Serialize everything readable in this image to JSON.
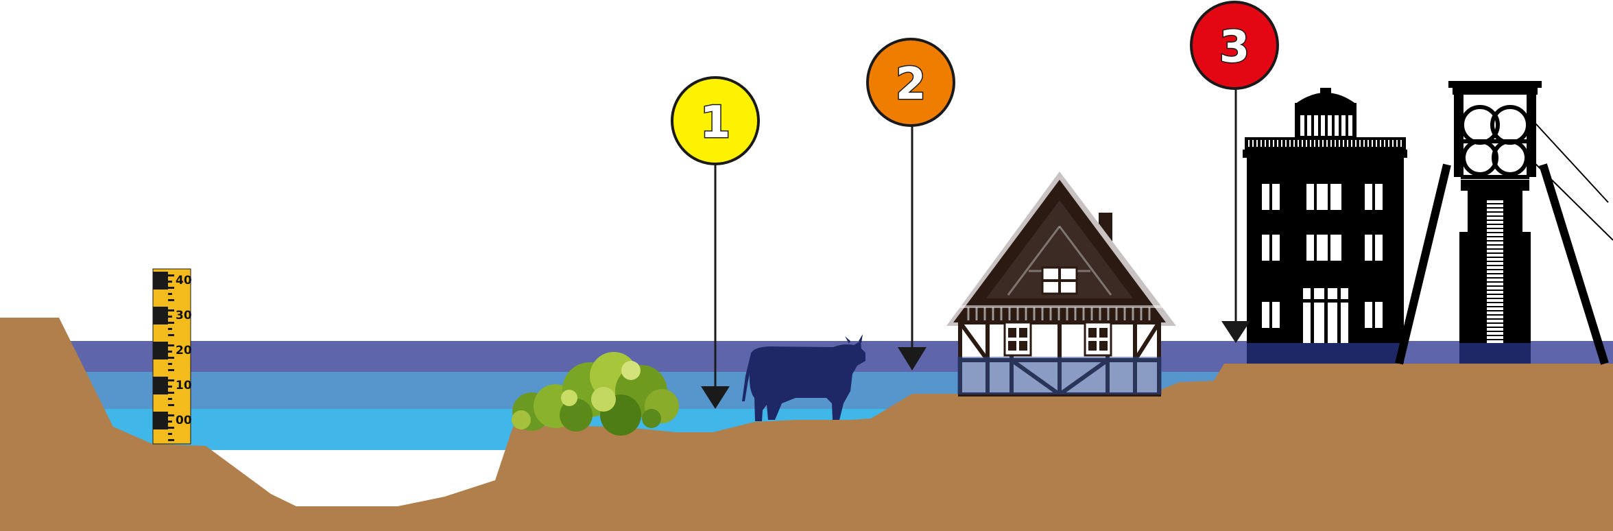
{
  "colors": {
    "ground": "#b07f4b",
    "water_normal": "#40b7e8",
    "water_level_1": "#5796cc",
    "water_level_2": "#5e65aa",
    "gauge_yellow": "#f3bb1c",
    "marker_1": "#fff200",
    "marker_2": "#ef7d00",
    "marker_3": "#e30613",
    "silhouette": "#000000",
    "cow": "#1e2866",
    "half_timber_dark": "#2b1a12"
  },
  "gauge": {
    "labels": [
      "40",
      "30",
      "20",
      "10",
      "00"
    ]
  },
  "markers": [
    {
      "label": "1",
      "color_key": "marker_1"
    },
    {
      "label": "2",
      "color_key": "marker_2"
    },
    {
      "label": "3",
      "color_key": "marker_3"
    }
  ],
  "icons": [
    "water-gauge-icon",
    "bush-icon",
    "cow-icon",
    "half-timbered-house-icon",
    "building-icon",
    "mine-headframe-icon"
  ]
}
